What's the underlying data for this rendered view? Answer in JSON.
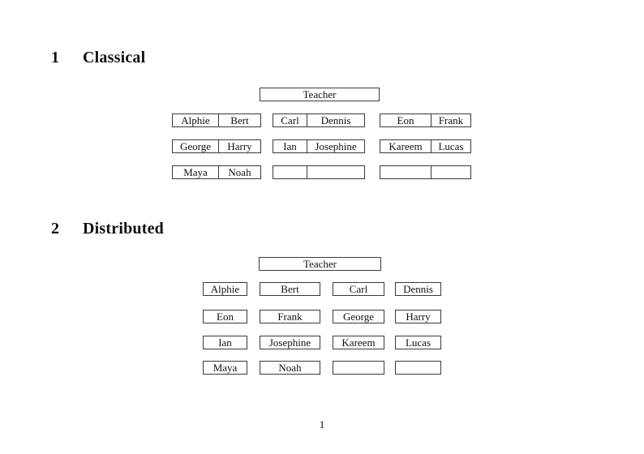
{
  "page": {
    "number": "1"
  },
  "sections": [
    {
      "number": "1",
      "title": "Classical"
    },
    {
      "number": "2",
      "title": "Distributed"
    }
  ],
  "classical": {
    "teacher_label": "Teacher",
    "columns": [
      {
        "rows": [
          [
            "Alphie",
            "Bert"
          ],
          [
            "George",
            "Harry"
          ],
          [
            "Maya",
            "Noah"
          ]
        ]
      },
      {
        "rows": [
          [
            "Carl",
            "Dennis"
          ],
          [
            "Ian",
            "Josephine"
          ],
          [
            "",
            ""
          ]
        ]
      },
      {
        "rows": [
          [
            "Eon",
            "Frank"
          ],
          [
            "Kareem",
            "Lucas"
          ],
          [
            "",
            ""
          ]
        ]
      }
    ]
  },
  "distributed": {
    "teacher_label": "Teacher",
    "rows": [
      [
        "Alphie",
        "Bert",
        "Carl",
        "Dennis"
      ],
      [
        "Eon",
        "Frank",
        "George",
        "Harry"
      ],
      [
        "Ian",
        "Josephine",
        "Kareem",
        "Lucas"
      ],
      [
        "Maya",
        "Noah",
        "",
        ""
      ]
    ]
  },
  "colors": {
    "background": "#ffffff",
    "border": "#3a3a3a",
    "text": "#111111"
  }
}
